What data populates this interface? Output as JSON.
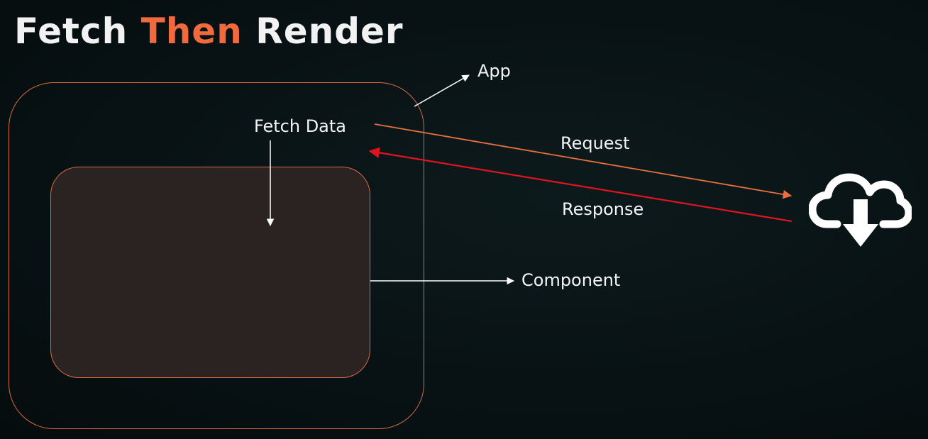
{
  "title": {
    "part1": "Fetch ",
    "part2": "Then",
    "part3": " Render"
  },
  "labels": {
    "app": "App",
    "fetch_data": "Fetch Data",
    "request": "Request",
    "response": "Response",
    "component": "Component"
  },
  "icons": {
    "server": "cloud-download-icon"
  },
  "colors": {
    "background": "#071012",
    "accent": "#f06a3e",
    "box_border": "#d96c45",
    "request_arrow": "#e8703f",
    "response_arrow": "#e0141e",
    "text": "#f4f4f4"
  }
}
